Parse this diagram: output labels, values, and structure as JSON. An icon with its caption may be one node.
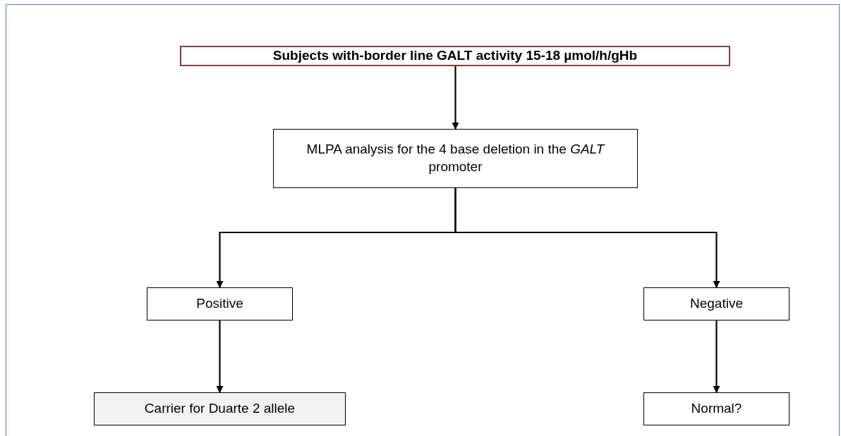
{
  "diagram": {
    "nodes": [
      {
        "text": [
          "Subjects with-border line GALT activity 15-18 µmol/h/gHb"
        ]
      },
      {
        "text": [
          "MLPA analysis for the 4 base deletion in the *GALT* promoter"
        ]
      },
      {
        "text": [
          "Positive"
        ]
      },
      {
        "text": [
          "Negative"
        ]
      },
      {
        "text": [
          "Carrier for Duarte 2 allele"
        ]
      },
      {
        "text": [
          "Normal?"
        ]
      }
    ],
    "edges": [
      {
        "from": 0,
        "to": 1,
        "arrow": "to"
      },
      {
        "from": 1,
        "to": 2,
        "arrow": "to"
      },
      {
        "from": 1,
        "to": 3,
        "arrow": "to"
      },
      {
        "from": 2,
        "to": 4,
        "arrow": "to"
      },
      {
        "from": 3,
        "to": 5,
        "arrow": "to"
      }
    ]
  }
}
